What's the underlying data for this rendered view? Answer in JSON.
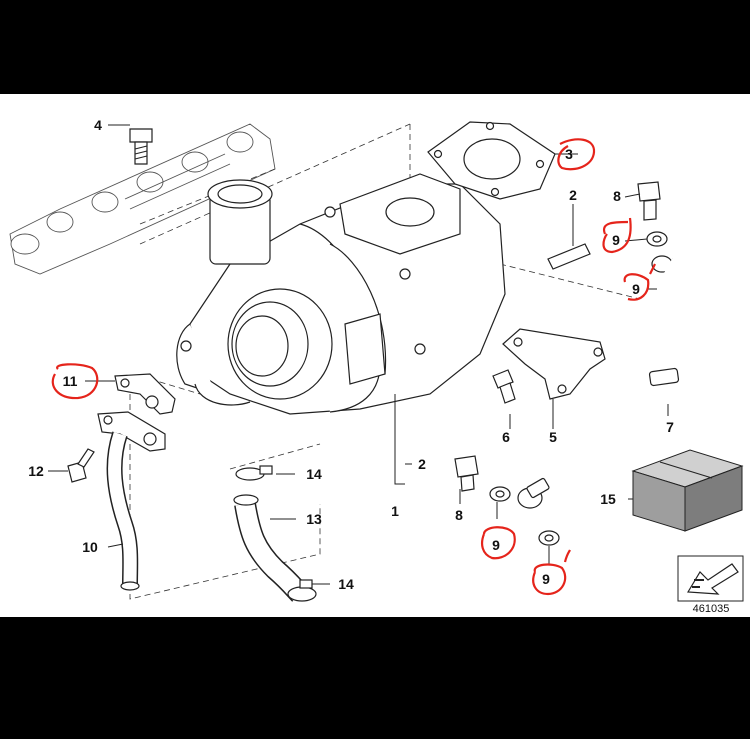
{
  "diagram": {
    "labels": {
      "l1": "1",
      "l2a": "2",
      "l2b": "2",
      "l3": "3",
      "l4": "4",
      "l5": "5",
      "l6": "6",
      "l7": "7",
      "l8a": "8",
      "l8b": "8",
      "l9a": "9",
      "l9b": "9",
      "l9c": "9",
      "l9d": "9",
      "l10": "10",
      "l11": "11",
      "l12": "12",
      "l13": "13",
      "l14a": "14",
      "l14b": "14",
      "l15": "15"
    },
    "reference_number": "461035",
    "highlight_color": "#e5241b"
  }
}
